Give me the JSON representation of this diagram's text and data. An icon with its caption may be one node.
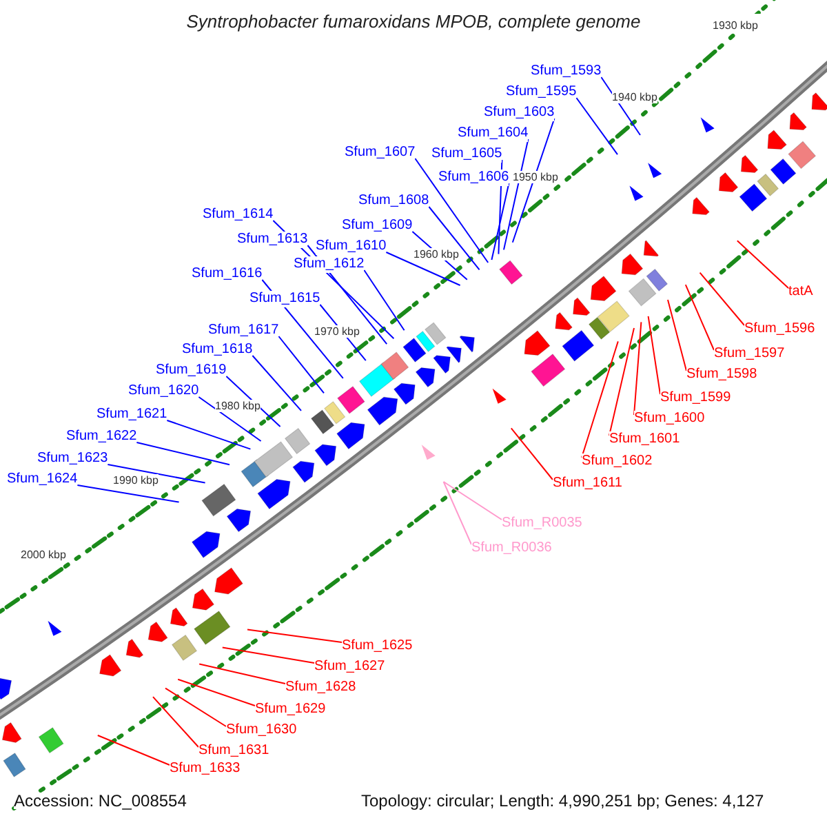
{
  "diagram": {
    "title": "Syntrophobacter fumaroxidans MPOB, complete genome",
    "nodes": [
      {
        "text": [
          "Sfum_1593"
        ]
      },
      {
        "text": [
          "Sfum_1595"
        ]
      },
      {
        "text": [
          "Sfum_1603"
        ]
      },
      {
        "text": [
          "Sfum_1604"
        ]
      },
      {
        "text": [
          "Sfum_1605"
        ]
      },
      {
        "text": [
          "Sfum_1606"
        ]
      },
      {
        "text": [
          "Sfum_1607"
        ]
      },
      {
        "text": [
          "Sfum_1608"
        ]
      },
      {
        "text": [
          "Sfum_1609"
        ]
      },
      {
        "text": [
          "Sfum_1610"
        ]
      },
      {
        "text": [
          "Sfum_1612"
        ]
      },
      {
        "text": [
          "Sfum_1613"
        ]
      },
      {
        "text": [
          "Sfum_1614"
        ]
      },
      {
        "text": [
          "Sfum_1615"
        ]
      },
      {
        "text": [
          "Sfum_1616"
        ]
      },
      {
        "text": [
          "Sfum_1617"
        ]
      },
      {
        "text": [
          "Sfum_1618"
        ]
      },
      {
        "text": [
          "Sfum_1619"
        ]
      },
      {
        "text": [
          "Sfum_1620"
        ]
      },
      {
        "text": [
          "Sfum_1621"
        ]
      },
      {
        "text": [
          "Sfum_1622"
        ]
      },
      {
        "text": [
          "Sfum_1623"
        ]
      },
      {
        "text": [
          "Sfum_1624"
        ]
      },
      {
        "text": [
          "tatA"
        ]
      },
      {
        "text": [
          "Sfum_1596"
        ]
      },
      {
        "text": [
          "Sfum_1597"
        ]
      },
      {
        "text": [
          "Sfum_1598"
        ]
      },
      {
        "text": [
          "Sfum_1599"
        ]
      },
      {
        "text": [
          "Sfum_1600"
        ]
      },
      {
        "text": [
          "Sfum_1601"
        ]
      },
      {
        "text": [
          "Sfum_1602"
        ]
      },
      {
        "text": [
          "Sfum_1611"
        ]
      },
      {
        "text": [
          "Sfum_1625"
        ]
      },
      {
        "text": [
          "Sfum_1627"
        ]
      },
      {
        "text": [
          "Sfum_1628"
        ]
      },
      {
        "text": [
          "Sfum_1629"
        ]
      },
      {
        "text": [
          "Sfum_1630"
        ]
      },
      {
        "text": [
          "Sfum_1631"
        ]
      },
      {
        "text": [
          "Sfum_1633"
        ]
      },
      {
        "text": [
          "Sfum_R0035"
        ]
      },
      {
        "text": [
          "Sfum_R0036"
        ]
      }
    ],
    "edges": [
      {
        "from": 0,
        "to": null,
        "arrow": "none"
      },
      {
        "from": 1,
        "to": null,
        "arrow": "none"
      },
      {
        "from": 2,
        "to": null,
        "arrow": "none"
      },
      {
        "from": 3,
        "to": null,
        "arrow": "none"
      },
      {
        "from": 4,
        "to": null,
        "arrow": "none"
      },
      {
        "from": 5,
        "to": null,
        "arrow": "none"
      },
      {
        "from": 6,
        "to": null,
        "arrow": "none"
      },
      {
        "from": 7,
        "to": null,
        "arrow": "none"
      },
      {
        "from": 8,
        "to": null,
        "arrow": "none"
      },
      {
        "from": 9,
        "to": null,
        "arrow": "none"
      },
      {
        "from": 10,
        "to": null,
        "arrow": "none"
      },
      {
        "from": 11,
        "to": null,
        "arrow": "none"
      },
      {
        "from": 12,
        "to": null,
        "arrow": "none"
      },
      {
        "from": 13,
        "to": null,
        "arrow": "none"
      },
      {
        "from": 14,
        "to": null,
        "arrow": "none"
      },
      {
        "from": 15,
        "to": null,
        "arrow": "none"
      },
      {
        "from": 16,
        "to": null,
        "arrow": "none"
      },
      {
        "from": 17,
        "to": null,
        "arrow": "none"
      },
      {
        "from": 18,
        "to": null,
        "arrow": "none"
      },
      {
        "from": 19,
        "to": null,
        "arrow": "none"
      },
      {
        "from": 20,
        "to": null,
        "arrow": "none"
      },
      {
        "from": 21,
        "to": null,
        "arrow": "none"
      },
      {
        "from": 22,
        "to": null,
        "arrow": "none"
      },
      {
        "from": 23,
        "to": null,
        "arrow": "none",
        "color": "#ff0000"
      },
      {
        "from": 24,
        "to": null,
        "arrow": "none",
        "color": "#ff0000"
      },
      {
        "from": 25,
        "to": null,
        "arrow": "none",
        "color": "#ff0000"
      },
      {
        "from": 26,
        "to": null,
        "arrow": "none",
        "color": "#ff0000"
      },
      {
        "from": 27,
        "to": null,
        "arrow": "none",
        "color": "#ff0000"
      },
      {
        "from": 28,
        "to": null,
        "arrow": "none",
        "color": "#ff0000"
      },
      {
        "from": 29,
        "to": null,
        "arrow": "none",
        "color": "#ff0000"
      },
      {
        "from": 30,
        "to": null,
        "arrow": "none",
        "color": "#ff0000"
      },
      {
        "from": 31,
        "to": null,
        "arrow": "none",
        "color": "#ff0000"
      },
      {
        "from": 32,
        "to": null,
        "arrow": "none",
        "color": "#ff0000"
      },
      {
        "from": 33,
        "to": null,
        "arrow": "none",
        "color": "#ff0000"
      },
      {
        "from": 34,
        "to": null,
        "arrow": "none",
        "color": "#ff0000"
      },
      {
        "from": 35,
        "to": null,
        "arrow": "none",
        "color": "#ff0000"
      },
      {
        "from": 36,
        "to": null,
        "arrow": "none",
        "color": "#ff0000"
      },
      {
        "from": 37,
        "to": null,
        "arrow": "none",
        "color": "#ff0000"
      },
      {
        "from": 38,
        "to": null,
        "arrow": "none",
        "color": "#ff0000"
      },
      {
        "from": 39,
        "to": null,
        "arrow": "none",
        "color": "#ff99cc"
      },
      {
        "from": 40,
        "to": null,
        "arrow": "none",
        "color": "#ff99cc"
      }
    ],
    "labels": [
      "1930 kbp",
      "1940 kbp",
      "1950 kbp",
      "1960 kbp",
      "1970 kbp",
      "1980 kbp",
      "1990 kbp",
      "2000 kbp",
      "Accession: NC_008554",
      "Topology: circular; Length: 4,990,251 bp; Genes: 4,127"
    ]
  }
}
